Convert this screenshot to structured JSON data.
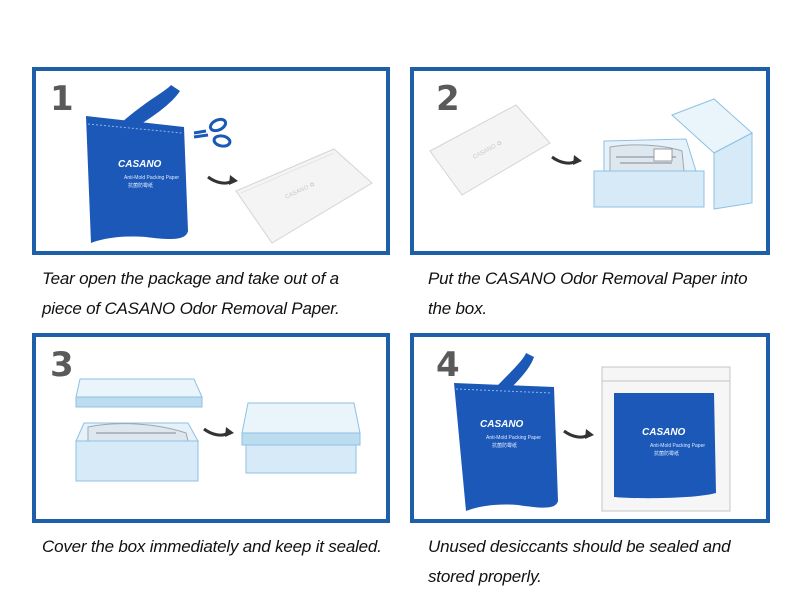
{
  "brand": "CASANO",
  "colors": {
    "frame": "#1d5fa8",
    "bag": "#1b58b8",
    "box": "#d6eaf7",
    "boxEdge": "#8fc1e3"
  },
  "bag_label": {
    "brand": "CASANO",
    "product": "Anti-Mold Packing Paper",
    "product_cn": "抗菌防霉纸"
  },
  "steps": [
    {
      "number": "1",
      "caption_lines": [
        "Tear open the package and take out of a",
        "piece of CASANO Odor Removal Paper."
      ]
    },
    {
      "number": "2",
      "caption_lines": [
        "Put the CASANO Odor Removal Paper into",
        "the box."
      ]
    },
    {
      "number": "3",
      "caption_lines": [
        "Cover the box immediately and keep it sealed."
      ]
    },
    {
      "number": "4",
      "caption_lines": [
        "Unused desiccants should be sealed and",
        "stored properly."
      ]
    }
  ]
}
